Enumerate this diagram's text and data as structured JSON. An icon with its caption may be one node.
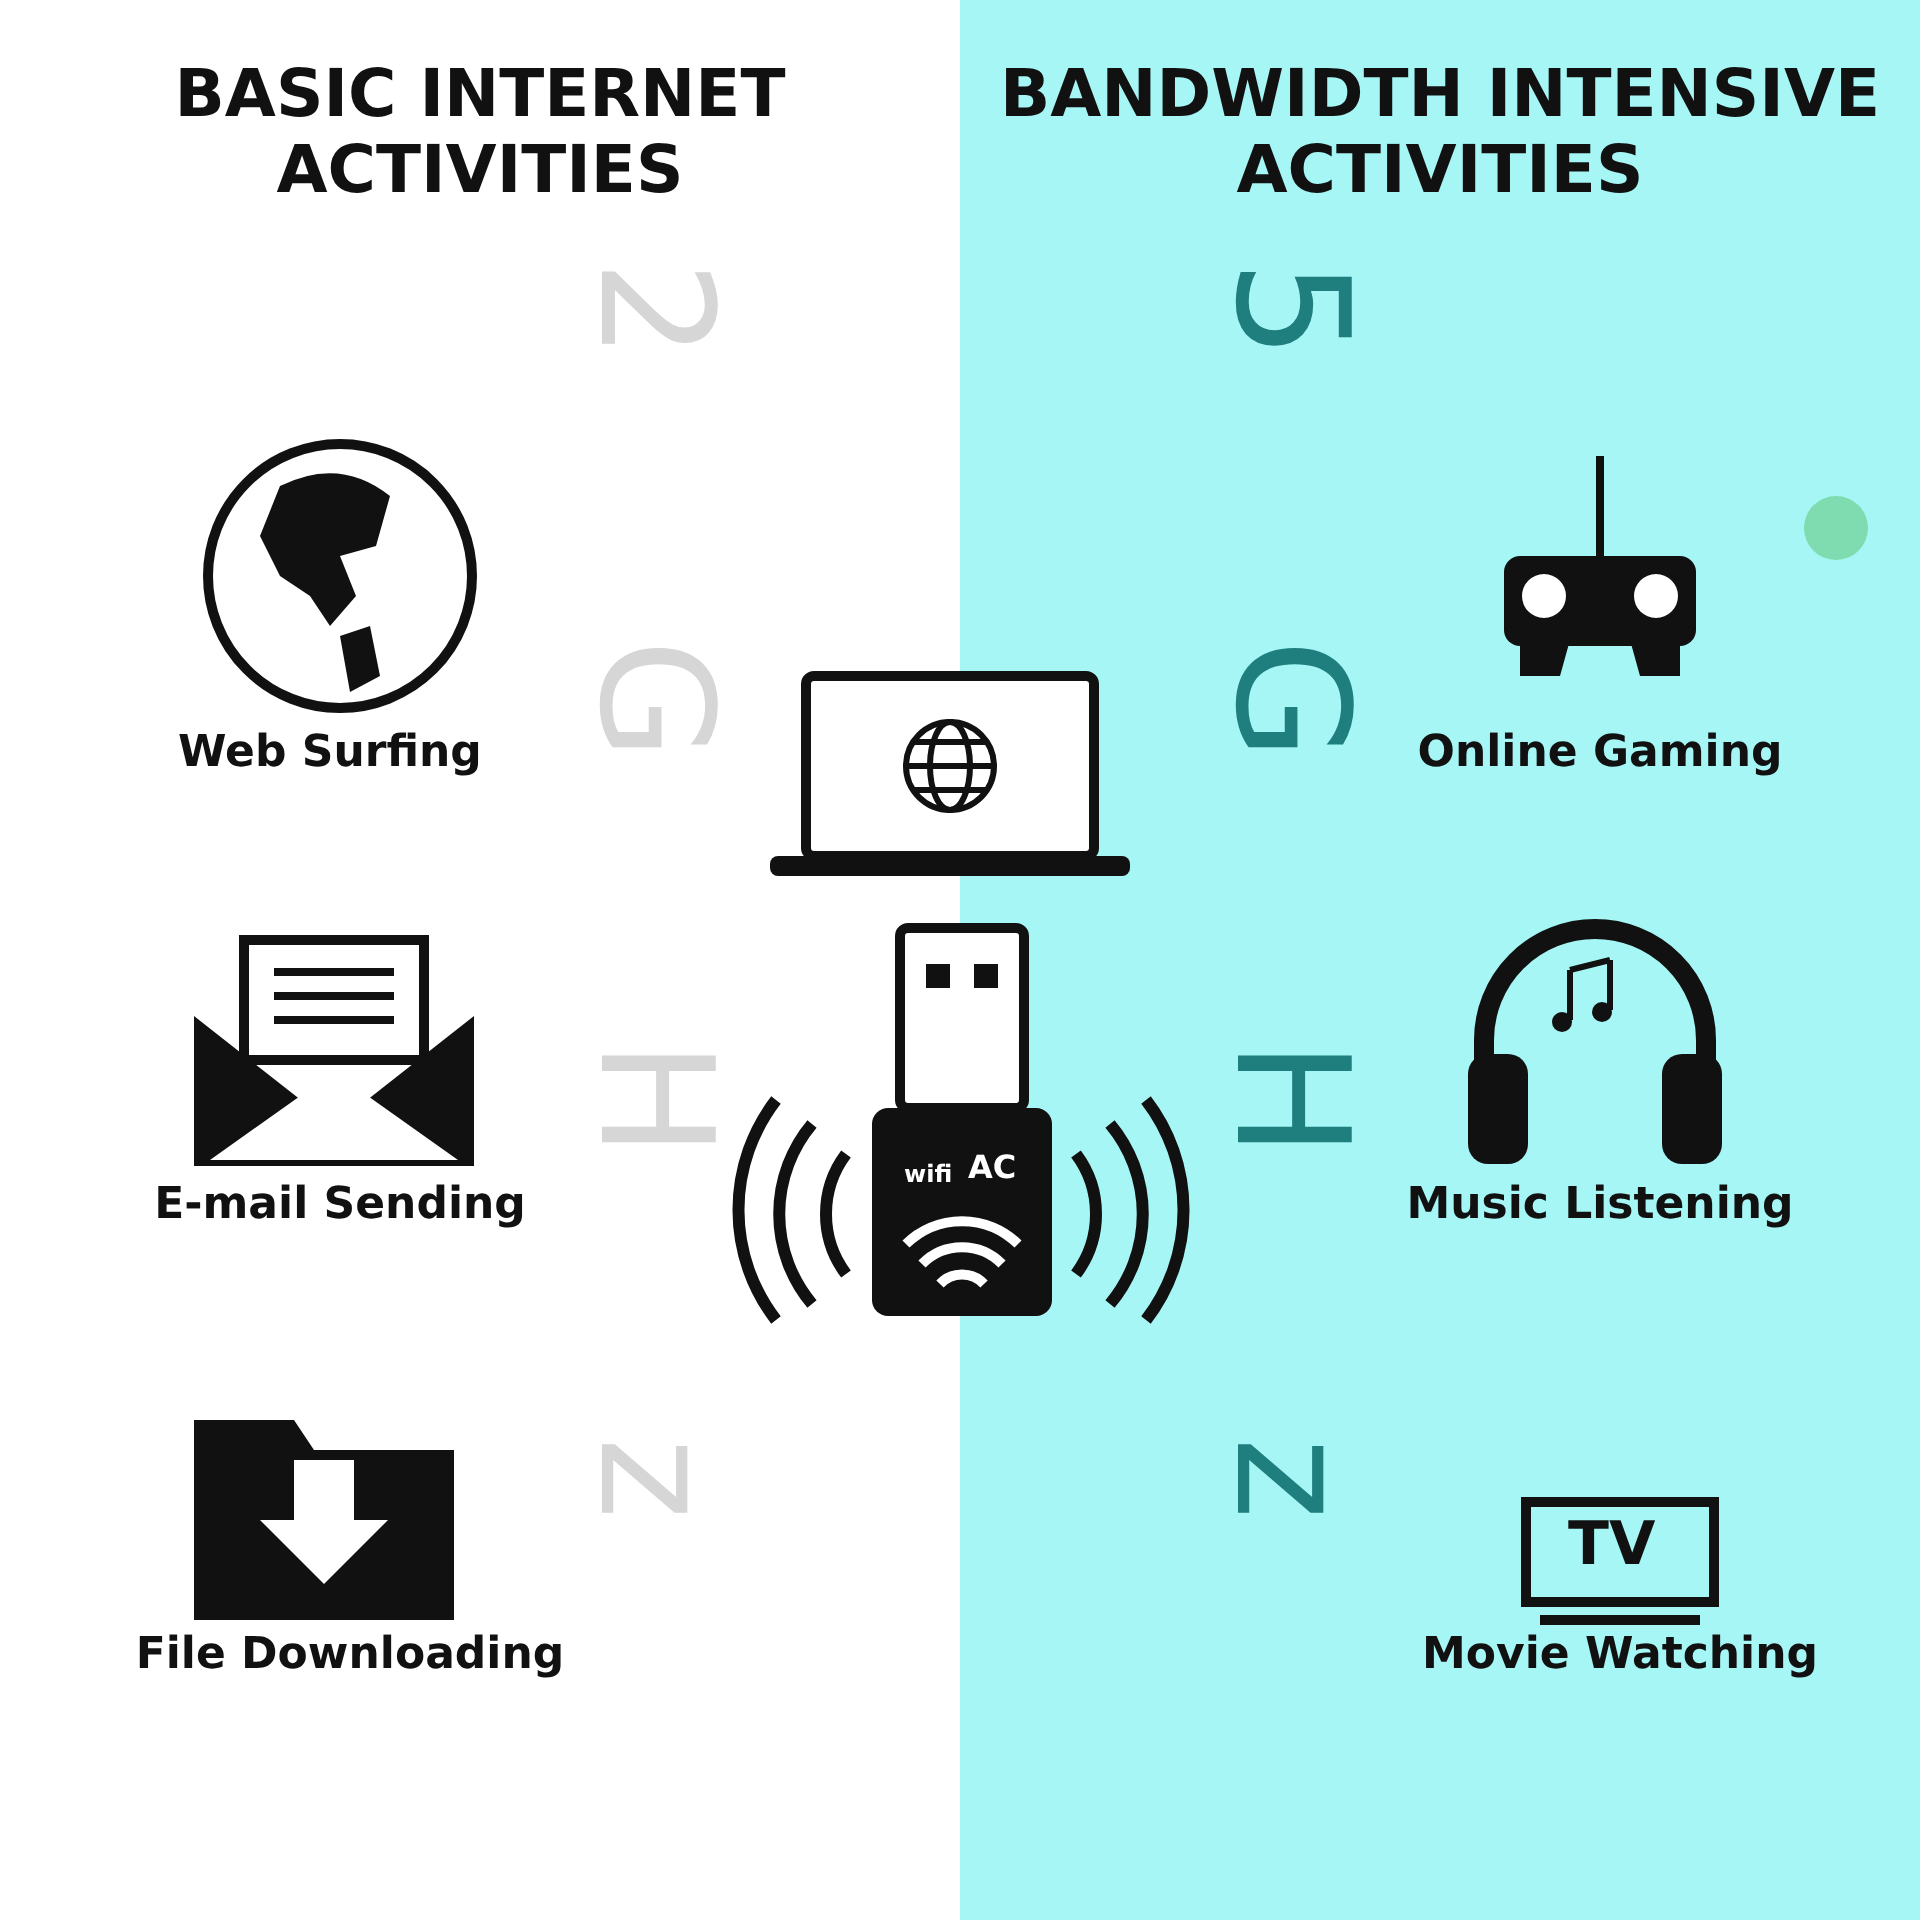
{
  "diagram": {
    "labels": [
      "BASIC INTERNET ACTIVITIES",
      "BANDWIDTH INTENSIVE ACTIVITIES",
      "2GHz",
      "5GHz",
      "Web Surfing",
      "Online Gaming",
      "E-mail Sending",
      "wifi",
      "AC",
      "Music Listening",
      "TV",
      "File Downloading",
      "Movie Watching"
    ]
  }
}
